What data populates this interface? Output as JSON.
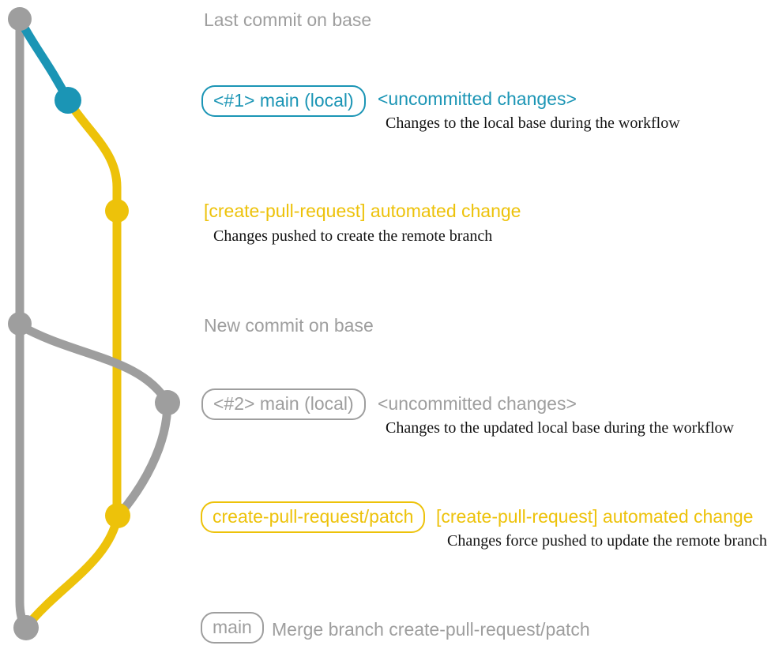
{
  "colors": {
    "blue": "#1b95b5",
    "yellow": "#edc20a",
    "gray": "#9e9e9e",
    "caption": "#141414",
    "background": "#ffffff"
  },
  "annotations": {
    "last_commit_label": "Last commit on base",
    "new_commit_label": "New commit on base"
  },
  "rows": {
    "r1_badge": "<#1> main (local)",
    "r1_message": "<uncommitted changes>",
    "r1_caption": "Changes to the local base during the workflow",
    "r2_message": "[create-pull-request] automated change",
    "r2_caption": "Changes pushed to create the remote branch",
    "r3_badge": "<#2> main (local)",
    "r3_message": "<uncommitted changes>",
    "r3_caption": "Changes to the updated local base during the workflow",
    "r4_badge": "create-pull-request/patch",
    "r4_message": "[create-pull-request] automated change",
    "r4_caption": "Changes force pushed to update the remote branch",
    "r5_badge": "main",
    "r5_message": "Merge branch create-pull-request/patch"
  },
  "graph": {
    "branches": [
      {
        "name": "base",
        "color": "gray"
      },
      {
        "name": "main (local)",
        "color": "blue"
      },
      {
        "name": "create-pull-request/patch",
        "color": "yellow"
      }
    ],
    "commits": [
      {
        "id": "last-commit-on-base",
        "branch": "base",
        "color": "gray"
      },
      {
        "id": "uncommitted-changes-1",
        "branch": "main (local)",
        "color": "blue"
      },
      {
        "id": "automated-change-1",
        "branch": "create-pull-request/patch",
        "color": "yellow"
      },
      {
        "id": "new-commit-on-base",
        "branch": "base",
        "color": "gray"
      },
      {
        "id": "uncommitted-changes-2",
        "branch": "main (local)",
        "color": "gray"
      },
      {
        "id": "automated-change-2",
        "branch": "create-pull-request/patch",
        "color": "yellow"
      },
      {
        "id": "merge-commit",
        "branch": "base",
        "color": "gray"
      }
    ]
  }
}
